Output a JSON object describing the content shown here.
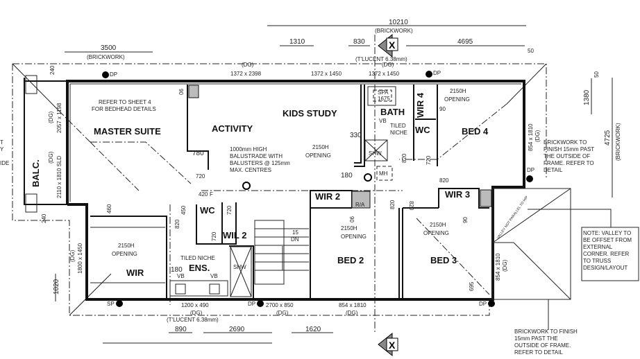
{
  "rooms": {
    "master_suite": "MASTER SUITE",
    "activity": "ACTIVITY",
    "kids_study": "KIDS STUDY",
    "bath": "BATH",
    "wir4": "WIR 4",
    "wc_upper": "WC",
    "bed4": "BED 4",
    "balc": "BALC.",
    "wir": "WIR",
    "wc_ens": "WC",
    "wil2": "WIL 2",
    "ens": "ENS.",
    "wir2": "WIR 2",
    "ra": "R/A",
    "bed2": "BED 2",
    "bed3": "BED 3",
    "wir3": "WIR 3",
    "shw1": "SHW",
    "shw2": "SHW",
    "mh": "MH",
    "spa1": "SPA",
    "spa2": "1675"
  },
  "dimensions": {
    "d10210": "10210",
    "brickwork_top": "(BRICKWORK)",
    "d1310": "1310",
    "d830": "830",
    "d4695": "4695",
    "d50a": "50",
    "d3500": "3500",
    "brickwork_left": "(BRICKWORK)",
    "d240a": "240",
    "d240b": "240",
    "d90a": "90",
    "d780": "780",
    "d720a": "720",
    "d330": "330",
    "d180a": "180",
    "d90b": "90",
    "d820a": "820",
    "d720b": "720",
    "d50b": "50",
    "d1380": "1380",
    "d4725": "4725",
    "brickwork_right": "(BRICKWORK)",
    "d420": "420",
    "f": "F",
    "d450": "450",
    "d460": "460",
    "d820b": "820",
    "d720c": "720",
    "d720d": "720",
    "d180b": "180",
    "d820c": "820",
    "d820d": "820",
    "d820e": "820",
    "d90c": "90",
    "d90d": "90",
    "d695": "695",
    "d1020": "1020",
    "d890": "890",
    "d2690": "2690",
    "d1620": "1620",
    "stairs_15": "15",
    "stairs_dn": "DN"
  },
  "openings": {
    "top_dg1": "(DG)",
    "top_w1": "1372 x 2398",
    "top_w2": "1372 x 1450",
    "top_dg3": "(DG)",
    "top_w3": "1372 x 1450",
    "tlucent_top": "(T'LUCENT 6.38mm)",
    "left_dg1": "(DG)",
    "left_w1": "2057 x 1198",
    "left_dg2": "(DG)",
    "left_w2": "2110 x 1810 SLD",
    "wir_dg": "(DG)",
    "wir_w": "1800 x 1450",
    "bot_w1": "1200 x 490",
    "bot_dg1": "(DG)",
    "tlucent_bot": "(T'LUCENT 6.38mm)",
    "bot_w2": "2700 x 850",
    "bot_dg2": "(DG)",
    "bot_w3": "854 x 1810",
    "bot_dg3": "(DG)",
    "bed4_w": "854 x 1810",
    "bed4_dg": "(DG)",
    "bed3_w": "854 x 1810",
    "bed3_dg": "(DG)",
    "dp1": "DP",
    "dp2": "DP",
    "dp3": "DP",
    "dp4": "DP",
    "dp5": "DP",
    "sp": "SP"
  },
  "notes": {
    "bedhead1": "REFER TO SHEET 4",
    "bedhead2": "FOR BEDHEAD DETAILS",
    "balustrade": [
      "1000mm HIGH",
      "BALUSTRADE WITH",
      "BALUSTERS @ 125mm",
      "MAX. CENTRES"
    ],
    "opening_2150": "2150H",
    "opening": "OPENING",
    "tiled1": "TILED",
    "tiled2": "NICHE",
    "tiled_niche": "TILED NICHE",
    "vb1": "VB",
    "vb2": "VB",
    "vb3": "VB",
    "brickwork_note_right": [
      "BRICKWORK TO",
      "FINISH 15mm PAST",
      "THE OUTSIDE OF",
      "FRAME. REFER TO",
      "DETAIL"
    ],
    "brickwork_note_bottom": [
      "BRICKWORK TO FINISH",
      "15mm PAST THE",
      "OUTSIDE OF FRAME.",
      "REFER TO DETAIL"
    ],
    "valley_note": [
      "NOTE: VALLEY TO",
      "BE OFFSET FROM",
      "EXTERNAL",
      "CORNER. REFER",
      "TO TRUSS",
      "DESIGN/LAYOUT"
    ],
    "valley_small": "VALLEY NOT PARALLEL TO HIP",
    "left_cut": [
      "T",
      "Y",
      "IDE"
    ],
    "section_marker": "X"
  }
}
